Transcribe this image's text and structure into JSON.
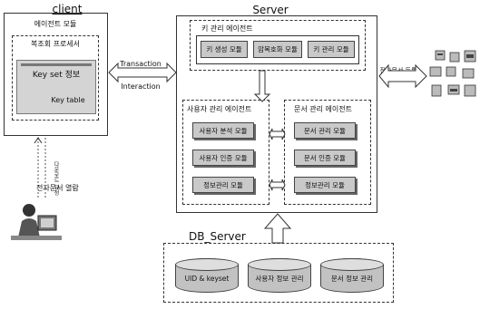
{
  "client": {
    "title": "client",
    "agent_module": "에이전트 모듈",
    "query_processor": "복조회 프로세서",
    "key_set": "Key set 정보",
    "key_table": "Key table",
    "download_label": "다운로드 요청",
    "view_label": "전자문서 열람"
  },
  "links": {
    "transaction": "Transaction",
    "interaction": "Interaction",
    "register": "전자문서 등록요청"
  },
  "server": {
    "title": "Server",
    "key_agent": "키 관리 에이전트",
    "key_modules": [
      "키 생성 모듈",
      "암복호화 모듈",
      "키 관리 모듈"
    ],
    "user_agent": "사용자 관리 에이전트",
    "user_modules": [
      "사용자 분석 모듈",
      "사용자 인증 모듈",
      "정보관리 모듈"
    ],
    "doc_agent": "문서 관리 에이전트",
    "doc_modules": [
      "문서 관리 모듈",
      "문서 인증 모듈",
      "정보관리 모듈"
    ]
  },
  "db": {
    "title": "DB_Server",
    "stores": [
      "UID & keyset",
      "사용자 정보 관리",
      "문서 정보 관리"
    ]
  },
  "icons": [
    "user-at-computer-icon",
    "document-icons-cluster"
  ]
}
